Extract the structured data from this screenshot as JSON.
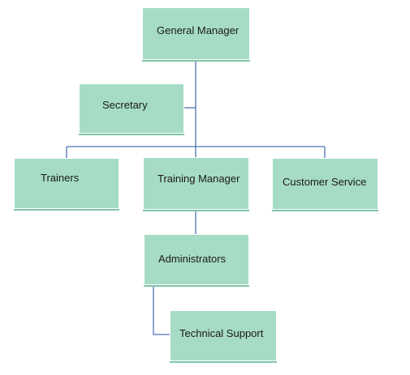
{
  "colors": {
    "node_fill": "#a6dcc5",
    "node_shadow": "#7fc4a6",
    "connector": "#4f74b2",
    "text": "#1a1a1a"
  },
  "nodes": {
    "general_manager": "General Manager",
    "secretary": "Secretary",
    "trainers": "Trainers",
    "training_manager": "Training Manager",
    "customer_service": "Customer Service",
    "administrators": "Administrators",
    "technical_support": "Technical Support"
  }
}
